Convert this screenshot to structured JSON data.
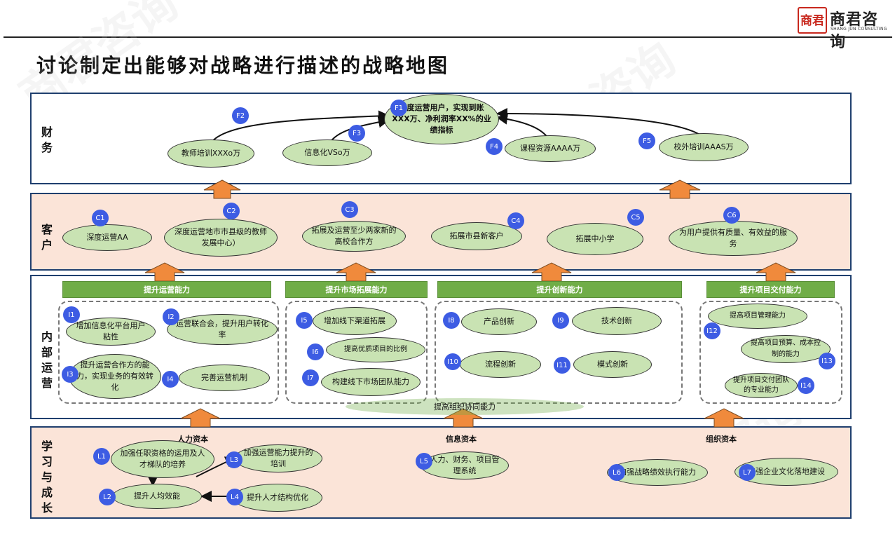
{
  "header": {
    "title": "讨论制定出能够对战略进行描述的战略地图",
    "logo_mark": "商君",
    "logo_text": "商君咨询",
    "logo_sub": "SHANG JUN CONSULTING",
    "watermark": "商君咨询"
  },
  "layers": {
    "finance": "财务",
    "customer": "客户",
    "internal": "内部运营",
    "learning": "学习与成长"
  },
  "finance": {
    "F1": {
      "tag": "F1",
      "text": "深度运营用户，实现到账XXX万、净利润率XX%的业绩指标"
    },
    "F2": {
      "tag": "F2",
      "text": "教师培训XXXo万"
    },
    "F3": {
      "tag": "F3",
      "text": "信息化VSo万"
    },
    "F4": {
      "tag": "F4",
      "text": "课程资源AAAA万"
    },
    "F5": {
      "tag": "F5",
      "text": "校外培训AAAS万"
    }
  },
  "customer": {
    "C1": {
      "tag": "C1",
      "text": "深度运营AA"
    },
    "C2": {
      "tag": "C2",
      "text": "深度运营地市市县级的教师发展中心）"
    },
    "C3": {
      "tag": "C3",
      "text": "拓展及运营至少两家新的高校合作方"
    },
    "C4": {
      "tag": "C4",
      "text": "拓展市县新客户"
    },
    "C5": {
      "tag": "C5",
      "text": "拓展中小学"
    },
    "C6": {
      "tag": "C6",
      "text": "为用户提供有质量、有效益的服务"
    }
  },
  "internal": {
    "groups": [
      "提升运营能力",
      "提升市场拓展能力",
      "提升创新能力",
      "提升项目交付能力"
    ],
    "I1": {
      "tag": "I1",
      "text": "增加信息化平台用户粘性"
    },
    "I2": {
      "tag": "I2",
      "text": "运营联合会，提升用户转化率"
    },
    "I3": {
      "tag": "I3",
      "text": "提升运营合作方的能力，实现业务的有效转化"
    },
    "I4": {
      "tag": "I4",
      "text": "完善运营机制"
    },
    "I5": {
      "tag": "I5",
      "text": "增加线下渠道拓展"
    },
    "I6": {
      "tag": "I6",
      "text": "提高优质项目的比例"
    },
    "I7": {
      "tag": "I7",
      "text": "构建线下市场团队能力"
    },
    "I8": {
      "tag": "I8",
      "text": "产品创新"
    },
    "I9": {
      "tag": "I9",
      "text": "技术创新"
    },
    "I10": {
      "tag": "I10",
      "text": "流程创新"
    },
    "I11": {
      "tag": "I11",
      "text": "模式创新"
    },
    "I12": {
      "tag": "I12",
      "text": "提高项目管理能力"
    },
    "I13": {
      "tag": "I13",
      "text": "提高项目预算、成本控制的能力"
    },
    "I14": {
      "tag": "I14",
      "text": "提升项目交付团队的专业能力"
    },
    "shared": "提高组织协同能力"
  },
  "learning": {
    "capitals": [
      "人力资本",
      "信息资本",
      "组织资本"
    ],
    "L1": {
      "tag": "L1",
      "text": "加强任职资格的运用及人才梯队的培养"
    },
    "L2": {
      "tag": "L2",
      "text": "提升人均效能"
    },
    "L3": {
      "tag": "L3",
      "text": "加强运营能力提升的培训"
    },
    "L4": {
      "tag": "L4",
      "text": "提升人才结构优化"
    },
    "L5": {
      "tag": "L5",
      "text": "人力、财务、项目管理系统"
    },
    "L6": {
      "tag": "L6",
      "text": "加强战略绩效执行能力"
    },
    "L7": {
      "tag": "L7",
      "text": "加强企业文化落地建设"
    }
  },
  "colors": {
    "band_border": "#1f3f6e",
    "band_fill": "#fbe4d8",
    "node_fill": "#c9e3b3",
    "tag_fill": "#3d5ce3",
    "group_bar": "#70ad47",
    "arrow": "#f08a3c"
  }
}
